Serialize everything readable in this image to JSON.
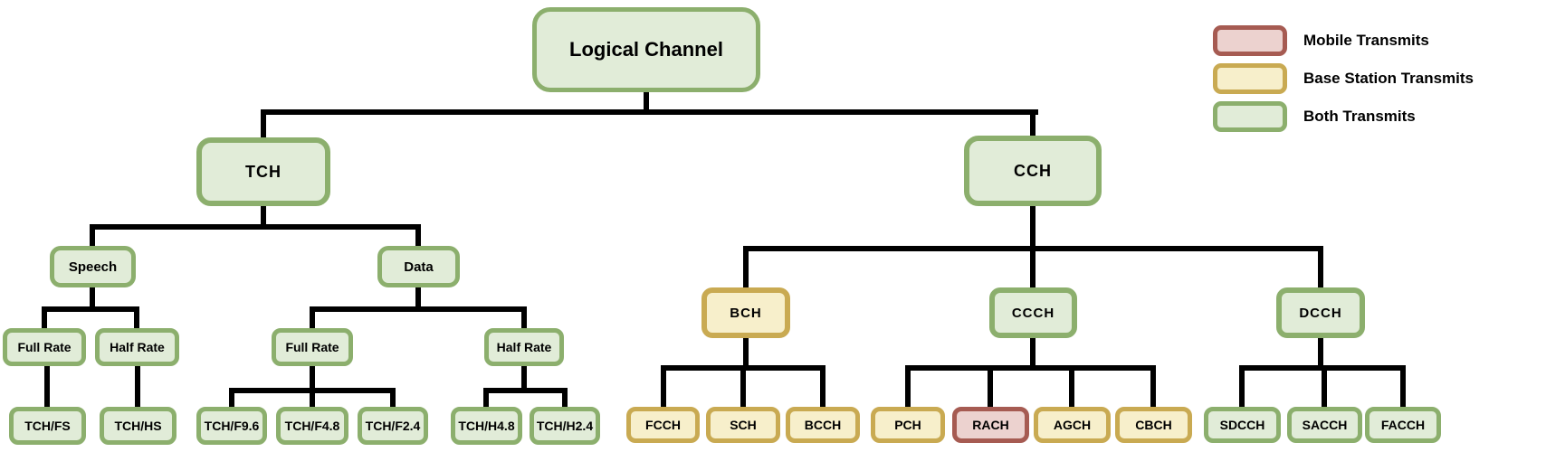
{
  "title": "Logical Channel hierarchy diagram",
  "colors": {
    "mobile_fill": "#ecd2cf",
    "mobile_border": "#a65b52",
    "base_fill": "#f7efcb",
    "base_border": "#c9aa52",
    "both_fill": "#e1ecd8",
    "both_border": "#8caf6d",
    "connector": "#000000"
  },
  "legend": {
    "items": [
      {
        "label": "Mobile Transmits",
        "type": "mobile"
      },
      {
        "label": "Base Station Transmits",
        "type": "base"
      },
      {
        "label": "Both Transmits",
        "type": "both"
      }
    ]
  },
  "nodes": {
    "root": {
      "label": "Logical Channel",
      "transmitter": "both"
    },
    "tch": {
      "label": "TCH",
      "transmitter": "both"
    },
    "cch": {
      "label": "CCH",
      "transmitter": "both"
    },
    "speech": {
      "label": "Speech",
      "transmitter": "both"
    },
    "data_n": {
      "label": "Data",
      "transmitter": "both"
    },
    "bch": {
      "label": "BCH",
      "transmitter": "base"
    },
    "ccch": {
      "label": "CCCH",
      "transmitter": "both"
    },
    "dcch": {
      "label": "DCCH",
      "transmitter": "both"
    },
    "fr_speech": {
      "label": "Full Rate",
      "transmitter": "both"
    },
    "hr_speech": {
      "label": "Half Rate",
      "transmitter": "both"
    },
    "fr_data": {
      "label": "Full Rate",
      "transmitter": "both"
    },
    "hr_data": {
      "label": "Half Rate",
      "transmitter": "both"
    },
    "tch_fs": {
      "label": "TCH/FS",
      "transmitter": "both"
    },
    "tch_hs": {
      "label": "TCH/HS",
      "transmitter": "both"
    },
    "tch_f96": {
      "label": "TCH/F9.6",
      "transmitter": "both"
    },
    "tch_f48": {
      "label": "TCH/F4.8",
      "transmitter": "both"
    },
    "tch_f24": {
      "label": "TCH/F2.4",
      "transmitter": "both"
    },
    "tch_h48": {
      "label": "TCH/H4.8",
      "transmitter": "both"
    },
    "tch_h24": {
      "label": "TCH/H2.4",
      "transmitter": "both"
    },
    "fcch": {
      "label": "FCCH",
      "transmitter": "base"
    },
    "sch": {
      "label": "SCH",
      "transmitter": "base"
    },
    "bcch": {
      "label": "BCCH",
      "transmitter": "base"
    },
    "pch": {
      "label": "PCH",
      "transmitter": "base"
    },
    "rach": {
      "label": "RACH",
      "transmitter": "mobile"
    },
    "agch": {
      "label": "AGCH",
      "transmitter": "base"
    },
    "cbch": {
      "label": "CBCH",
      "transmitter": "base"
    },
    "sdcch": {
      "label": "SDCCH",
      "transmitter": "both"
    },
    "sacch": {
      "label": "SACCH",
      "transmitter": "both"
    },
    "facch": {
      "label": "FACCH",
      "transmitter": "both"
    }
  },
  "tree": {
    "label": "Logical Channel",
    "children": [
      {
        "label": "TCH",
        "children": [
          {
            "label": "Speech",
            "children": [
              {
                "label": "Full Rate",
                "children": [
                  {
                    "label": "TCH/FS"
                  }
                ]
              },
              {
                "label": "Half Rate",
                "children": [
                  {
                    "label": "TCH/HS"
                  }
                ]
              }
            ]
          },
          {
            "label": "Data",
            "children": [
              {
                "label": "Full Rate",
                "children": [
                  {
                    "label": "TCH/F9.6"
                  },
                  {
                    "label": "TCH/F4.8"
                  },
                  {
                    "label": "TCH/F2.4"
                  }
                ]
              },
              {
                "label": "Half Rate",
                "children": [
                  {
                    "label": "TCH/H4.8"
                  },
                  {
                    "label": "TCH/H2.4"
                  }
                ]
              }
            ]
          }
        ]
      },
      {
        "label": "CCH",
        "children": [
          {
            "label": "BCH",
            "transmitter": "base",
            "children": [
              {
                "label": "FCCH"
              },
              {
                "label": "SCH"
              },
              {
                "label": "BCCH"
              }
            ]
          },
          {
            "label": "CCCH",
            "children": [
              {
                "label": "PCH",
                "transmitter": "base"
              },
              {
                "label": "RACH",
                "transmitter": "mobile"
              },
              {
                "label": "AGCH",
                "transmitter": "base"
              },
              {
                "label": "CBCH",
                "transmitter": "base"
              }
            ]
          },
          {
            "label": "DCCH",
            "children": [
              {
                "label": "SDCCH"
              },
              {
                "label": "SACCH"
              },
              {
                "label": "FACCH"
              }
            ]
          }
        ]
      }
    ]
  }
}
